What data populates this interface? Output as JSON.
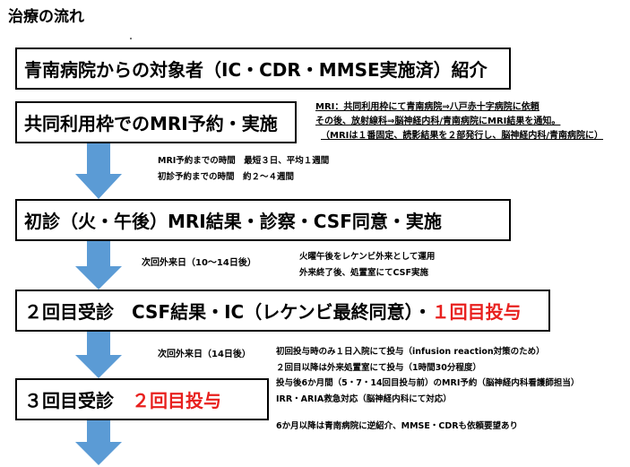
{
  "title": "治療の流れ",
  "colors": {
    "arrow": "#5b9bd5",
    "emphasis": "#e8201e"
  },
  "steps": [
    {
      "text": "青南病院からの対象者（IC・CDR・MMSE実施済）紹介"
    },
    {
      "text": "共同利用枠でのMRI予約・実施"
    },
    {
      "text": "初診（火・午後）MRI結果・診察・CSF同意・実施"
    },
    {
      "text": "２回目受診　CSF結果・IC（レケンビ最終同意）・",
      "highlight": "１回目投与"
    },
    {
      "text": "３回目受診　",
      "highlight": "２回目投与"
    }
  ],
  "notes": {
    "mri": [
      "MRI：共同利用枠にて青南病院⇒八戸赤十字病院に依頼",
      "その後、放射線科⇒脳神経内科/青南病院にMRI結果を通知。",
      "（MRIは１番固定、読影結果を２部発行し、脳神経内科/青南病院に）"
    ],
    "times": [
      "MRI予約までの時間　最短３日、平均１週間",
      "初診予約までの時間　約２～４週間"
    ],
    "next1_label": "次回外来日（10～14日後）",
    "next1_detail": [
      "火曜午後をレケンビ外来として運用",
      "外来終了後、処置室にてCSF実施"
    ],
    "next2_label": "次回外来日（14日後）",
    "next2_detail": [
      "初回投与時のみ１日入院にて投与（infusion reaction対策のため）",
      "２回目以降は外来処置室にて投与（1時間30分程度）",
      "投与後6か月間（5・7・14回目投与前）のMRI予約（脳神経内科看護師担当）",
      "IRR・ARIA救急対応（脳神経内科にて対応）"
    ],
    "final": "6か月以降は青南病院に逆紹介、MMSE・CDRも依頼要望あり"
  }
}
